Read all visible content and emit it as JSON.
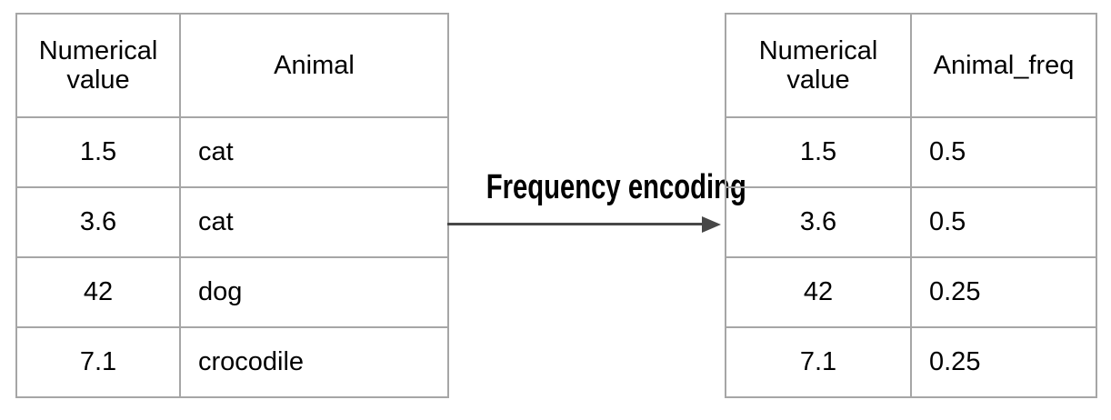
{
  "arrow": {
    "label": "Frequency encoding"
  },
  "left_table": {
    "headers": [
      "Numerical value",
      "Animal"
    ],
    "rows": [
      [
        "1.5",
        "cat"
      ],
      [
        "3.6",
        "cat"
      ],
      [
        "42",
        "dog"
      ],
      [
        "7.1",
        "crocodile"
      ]
    ]
  },
  "right_table": {
    "headers": [
      "Numerical value",
      "Animal_freq"
    ],
    "rows": [
      [
        "1.5",
        "0.5"
      ],
      [
        "3.6",
        "0.5"
      ],
      [
        "42",
        "0.25"
      ],
      [
        "7.1",
        "0.25"
      ]
    ]
  },
  "colors": {
    "table_border": "#a6a6a6",
    "text": "#000000",
    "arrow": "#474747",
    "background": "#ffffff"
  }
}
